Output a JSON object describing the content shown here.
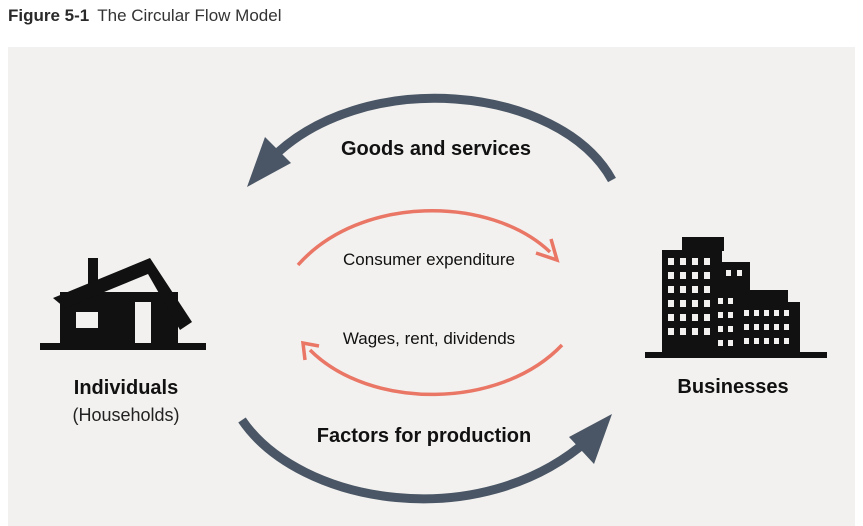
{
  "caption": {
    "figure_number": "Figure 5-1",
    "title": "The Circular Flow Model"
  },
  "nodes": {
    "households": {
      "label": "Individuals",
      "sublabel": "(Households)"
    },
    "businesses": {
      "label": "Businesses"
    }
  },
  "flows": {
    "goods": "Goods and services",
    "expenditure": "Consumer expenditure",
    "wages": "Wages, rent, dividends",
    "factors": "Factors for production"
  },
  "colors": {
    "panel_background": "#f2f1ef",
    "outer_arrow": "#4a5665",
    "inner_arrow": "#ea7666",
    "icon": "#111111"
  }
}
